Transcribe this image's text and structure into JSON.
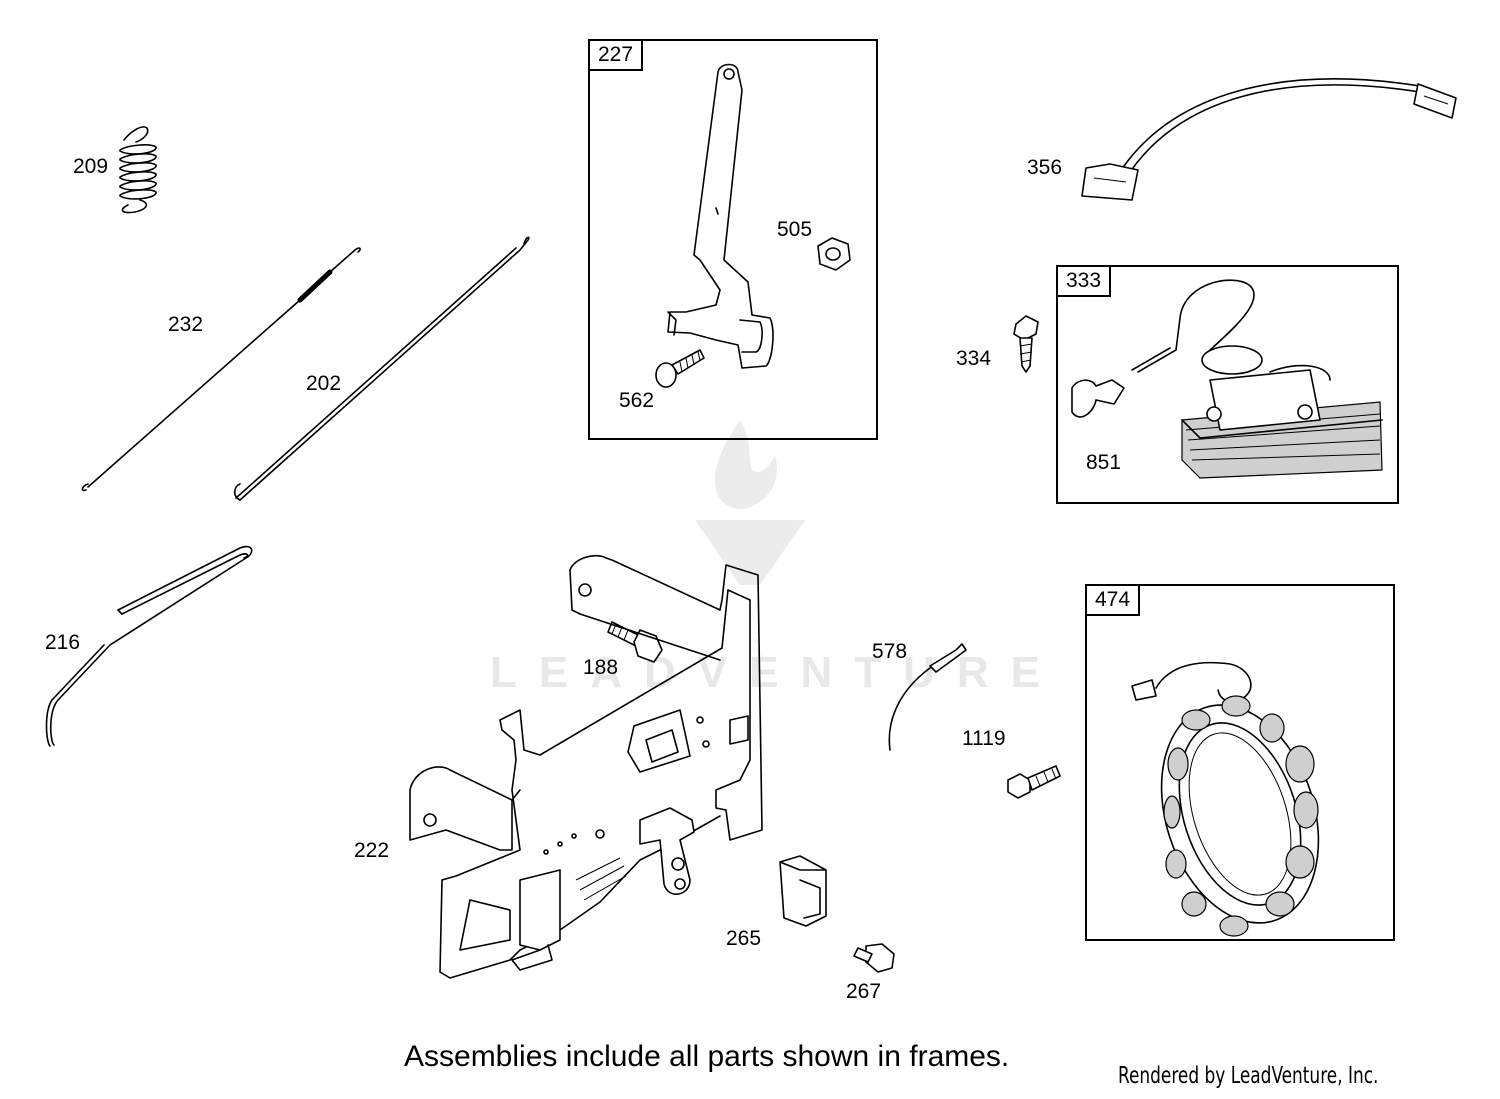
{
  "diagram": {
    "labels": {
      "p209": "209",
      "p232": "232",
      "p202": "202",
      "p216": "216",
      "p505": "505",
      "p562": "562",
      "p356": "356",
      "p334": "334",
      "p851": "851",
      "p188": "188",
      "p578": "578",
      "p1119": "1119",
      "p222": "222",
      "p265": "265",
      "p267": "267"
    },
    "frames": {
      "f227": "227",
      "f333": "333",
      "f474": "474"
    },
    "caption": "Assemblies include all parts shown in frames.",
    "credit": "Rendered by LeadVenture, Inc.",
    "watermark": "LEADVENTURE"
  }
}
